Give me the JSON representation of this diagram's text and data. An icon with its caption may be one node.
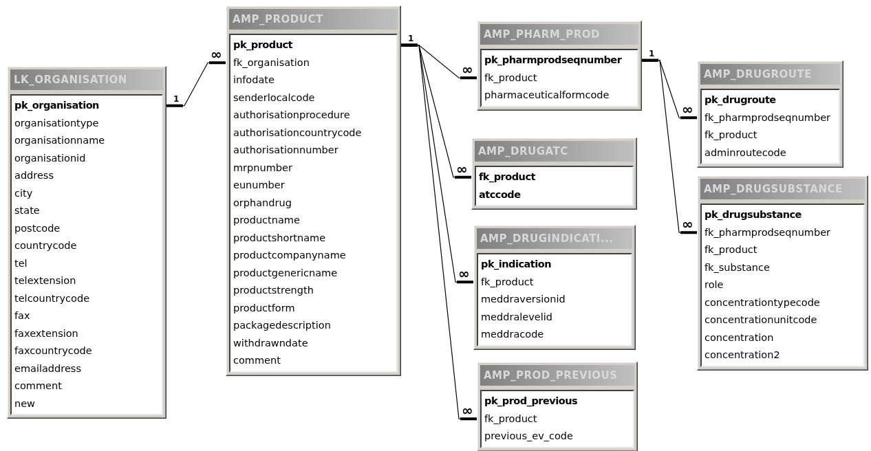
{
  "diagram": {
    "nodes": [
      {
        "text": [
          "LK_ORGANISATION",
          "**pk_organisation**",
          "organisationtype",
          "organisationname",
          "organisationid",
          "address",
          "city",
          "state",
          "postcode",
          "countrycode",
          "tel",
          "telextension",
          "telcountrycode",
          "fax",
          "faxextension",
          "faxcountrycode",
          "emailaddress",
          "comment",
          "new"
        ]
      },
      {
        "text": [
          "AMP_PRODUCT",
          "**pk_product**",
          "fk_organisation",
          "infodate",
          "senderlocalcode",
          "authorisationprocedure",
          "authorisationcountrycode",
          "authorisationnumber",
          "mrpnumber",
          "eunumber",
          "orphandrug",
          "productname",
          "productshortname",
          "productcompanyname",
          "productgenericname",
          "productstrength",
          "productform",
          "packagedescription",
          "withdrawndate",
          "comment"
        ]
      },
      {
        "text": [
          "AMP_PHARM_PROD",
          "**pk_pharmprodseqnumber**",
          "fk_product",
          "pharmaceuticalformcode"
        ]
      },
      {
        "text": [
          "AMP_DRUGATC",
          "**fk_product**",
          "**atccode**"
        ]
      },
      {
        "text": [
          "AMP_DRUGINDICATI...",
          "**pk_indication**",
          "fk_product",
          "meddraversionid",
          "meddralevelid",
          "meddracode"
        ]
      },
      {
        "text": [
          "AMP_PROD_PREVIOUS",
          "**pk_prod_previous**",
          "fk_product",
          "previous_ev_code"
        ]
      },
      {
        "text": [
          "AMP_DRUGROUTE",
          "**pk_drugroute**",
          "fk_pharmprodseqnumber",
          "fk_product",
          "adminroutecode"
        ]
      },
      {
        "text": [
          "AMP_DRUGSUBSTANCE",
          "**pk_drugsubstance**",
          "fk_pharmprodseqnumber",
          "fk_product",
          "fk_substance",
          "role",
          "concentrationtypecode",
          "concentrationunitcode",
          "concentration",
          "concentration2"
        ]
      }
    ],
    "edges": [
      {
        "from": 0,
        "to": 1,
        "arrow": "other"
      },
      {
        "from": 1,
        "to": 2,
        "arrow": "other"
      },
      {
        "from": 1,
        "to": 3,
        "arrow": "other"
      },
      {
        "from": 1,
        "to": 4,
        "arrow": "other"
      },
      {
        "from": 1,
        "to": 5,
        "arrow": "other"
      },
      {
        "from": 2,
        "to": 6,
        "arrow": "other"
      },
      {
        "from": 2,
        "to": 7,
        "arrow": "other"
      }
    ],
    "labels": [
      "1",
      "∞",
      "1",
      "∞",
      "∞",
      "∞",
      "∞",
      "1",
      "∞",
      "∞"
    ]
  }
}
